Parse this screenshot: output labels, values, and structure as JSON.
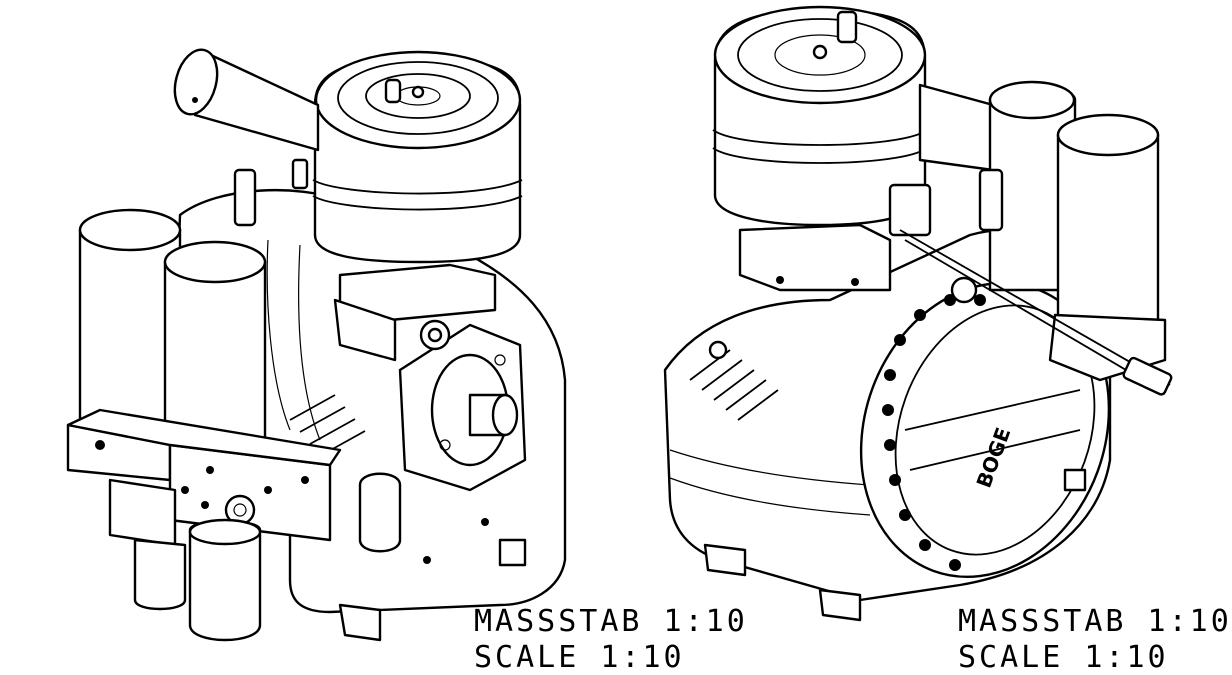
{
  "views": [
    {
      "scale_label": "MASSSTAB 1:10",
      "scale_label_en": "SCALE 1:10",
      "nameplate_text": ""
    },
    {
      "scale_label": "MASSSTAB 1:10",
      "scale_label_en": "SCALE 1:10",
      "nameplate_text": "BOGE"
    }
  ]
}
